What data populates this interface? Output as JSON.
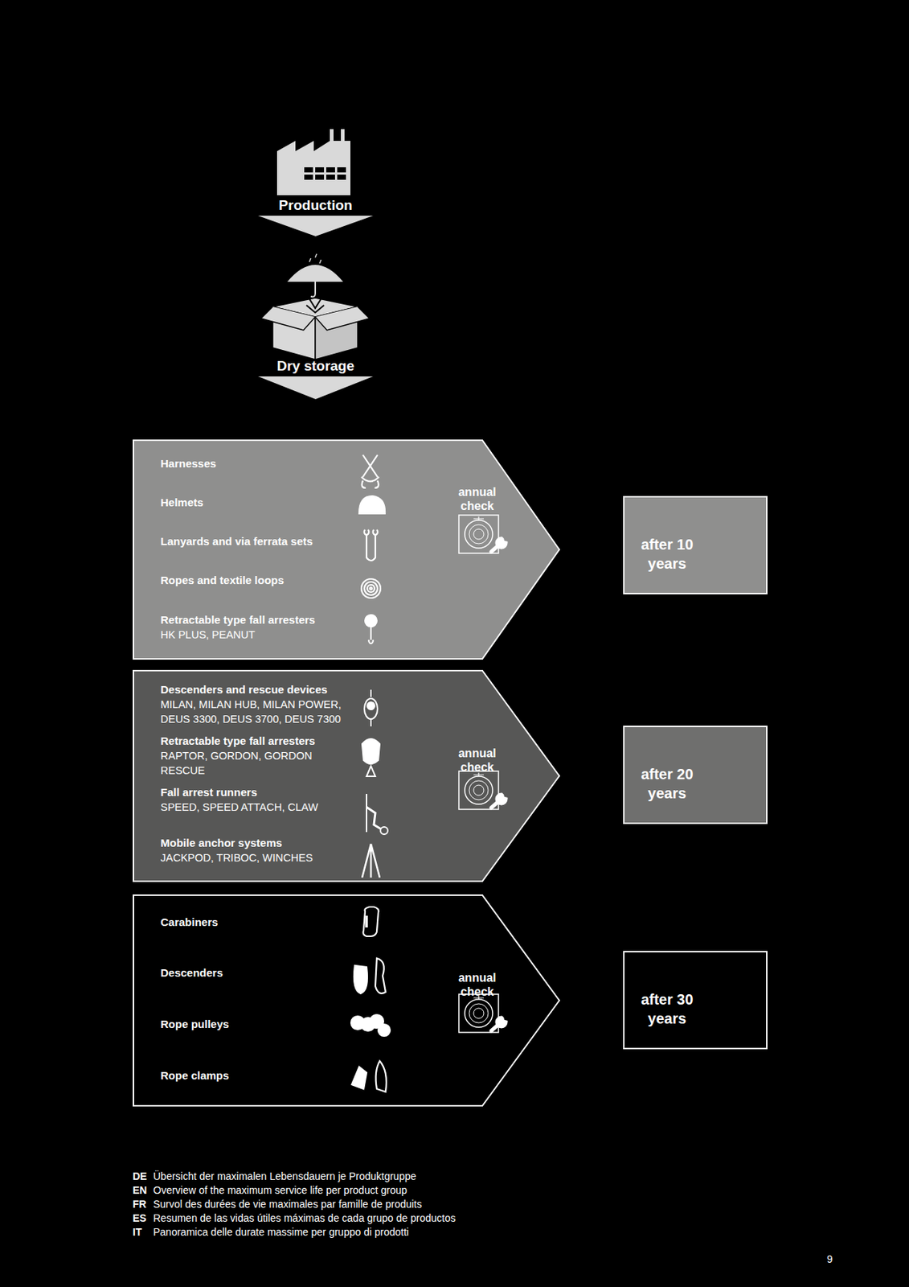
{
  "diagram": {
    "nodes": [
      {
        "text": [
          "Production"
        ]
      },
      {
        "text": [
          "Dry storage"
        ]
      },
      {
        "text": [
          "Harnesses",
          "Helmets",
          "Lanyards and via ferrata sets",
          "Ropes and textile loops",
          "Retractable type fall arresters",
          "HK PLUS, PEANUT",
          "annual check"
        ]
      },
      {
        "text": [
          "after 10 years"
        ]
      },
      {
        "text": [
          "Descenders and rescue devices",
          "MILAN, MILAN HUB, MILAN POWER, DEUS 3300, DEUS 3700, DEUS 7300",
          "Retractable type fall arresters",
          "RAPTOR, GORDON, GORDON RESCUE",
          "Fall arrest runners",
          "SPEED, SPEED ATTACH, CLAW",
          "Mobile anchor systems",
          "JACKPOD, TRIBOC, WINCHES",
          "annual check"
        ]
      },
      {
        "text": [
          "after 20 years"
        ]
      },
      {
        "text": [
          "Carabiners",
          "Descenders",
          "Rope pulleys",
          "Rope clamps",
          "annual check"
        ]
      },
      {
        "text": [
          "after 30 years"
        ]
      }
    ],
    "labels": [
      "DE",
      "Übersicht der maximalen Lebensdauern je Produktgruppe",
      "EN",
      "Overview of the maximum service life per product group",
      "FR",
      "Survol des durées de vie maximales par famille de produits",
      "ES",
      "Resumen de las vidas útiles máximas de cada grupo de productos",
      "IT",
      "Panoramica delle durate massime per gruppo di prodotti",
      "9"
    ]
  }
}
